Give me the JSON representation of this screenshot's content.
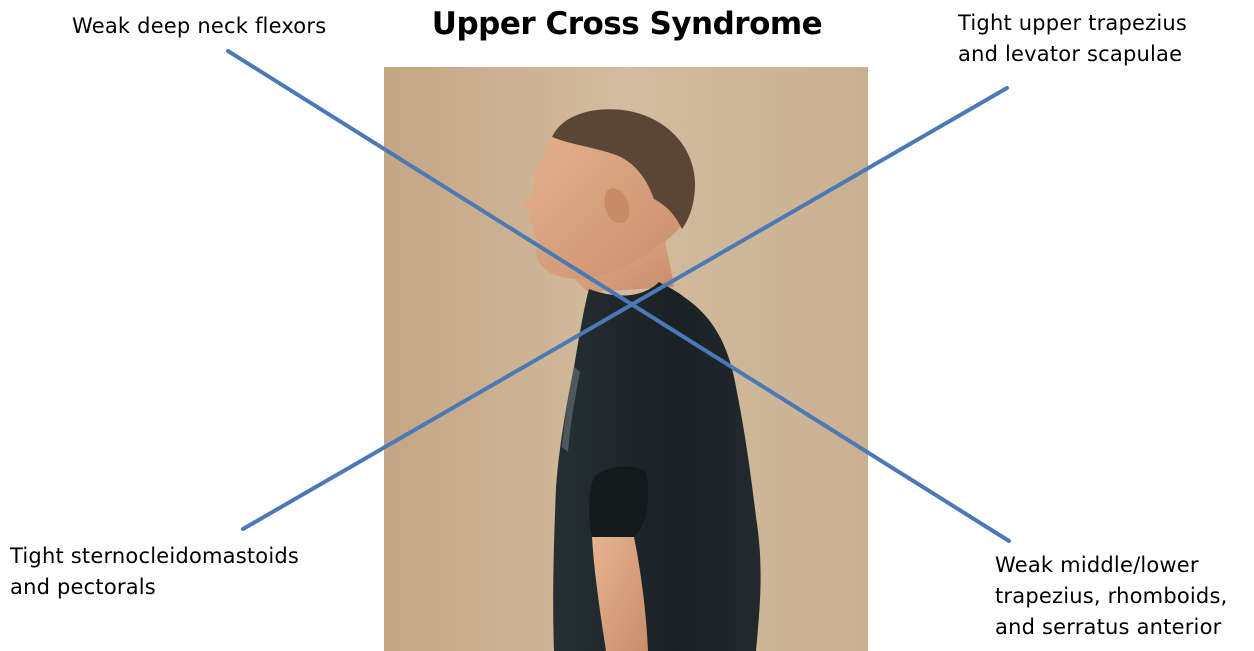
{
  "title": "Upper Cross Syndrome",
  "labels": {
    "top_left": [
      "Weak deep neck flexors"
    ],
    "top_right": [
      "Tight upper trapezius",
      "and levator scapulae"
    ],
    "bottom_left": [
      "Tight sternocleidomastoids",
      "and pectorals"
    ],
    "bottom_right": [
      "Weak middle/lower",
      "trapezius, rhomboids,",
      "and serratus anterior"
    ]
  },
  "colors": {
    "line": "#4a79b5",
    "wall": "#c9b091",
    "skin": "#d9a07e",
    "hair": "#5b4535",
    "shirt": "#1b2326"
  }
}
